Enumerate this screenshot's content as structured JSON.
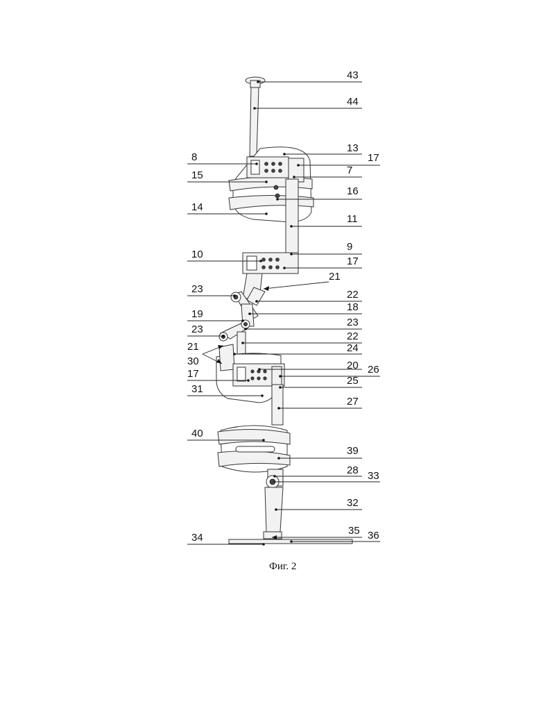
{
  "figure": {
    "caption": "Фиг. 2",
    "callouts": [
      "43",
      "44",
      "13",
      "17",
      "8",
      "7",
      "15",
      "16",
      "14",
      "11",
      "9",
      "10",
      "17",
      "21",
      "23",
      "22",
      "18",
      "19",
      "23",
      "23",
      "22",
      "24",
      "21",
      "30",
      "20",
      "26",
      "17",
      "25",
      "31",
      "27",
      "40",
      "39",
      "28",
      "33",
      "32",
      "35",
      "36",
      "34"
    ]
  }
}
